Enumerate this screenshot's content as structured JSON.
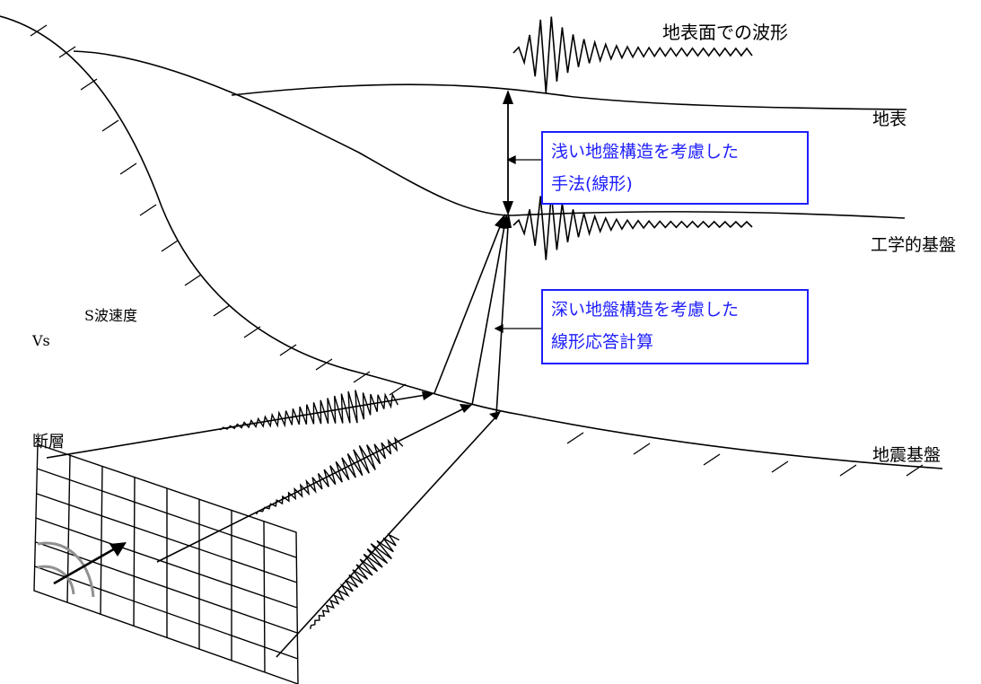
{
  "labels": {
    "surface_waveform": "地表面での波形",
    "ground_surface": "地表",
    "engineering_bedrock": "工学的基盤",
    "seismic_bedrock": "地震基盤",
    "s_wave_velocity": "S波速度",
    "vs": "Vs",
    "fault": "断層"
  },
  "boxes": {
    "shallow": {
      "line1": "浅い地盤構造を考慮した",
      "line2": "手法(線形)"
    },
    "deep": {
      "line1": "深い地盤構造を考慮した",
      "line2": "線形応答計算"
    }
  },
  "colors": {
    "box_border": "#1e1eff",
    "box_text": "#1e1eff",
    "line": "#000000",
    "wavefront": "#909090"
  }
}
